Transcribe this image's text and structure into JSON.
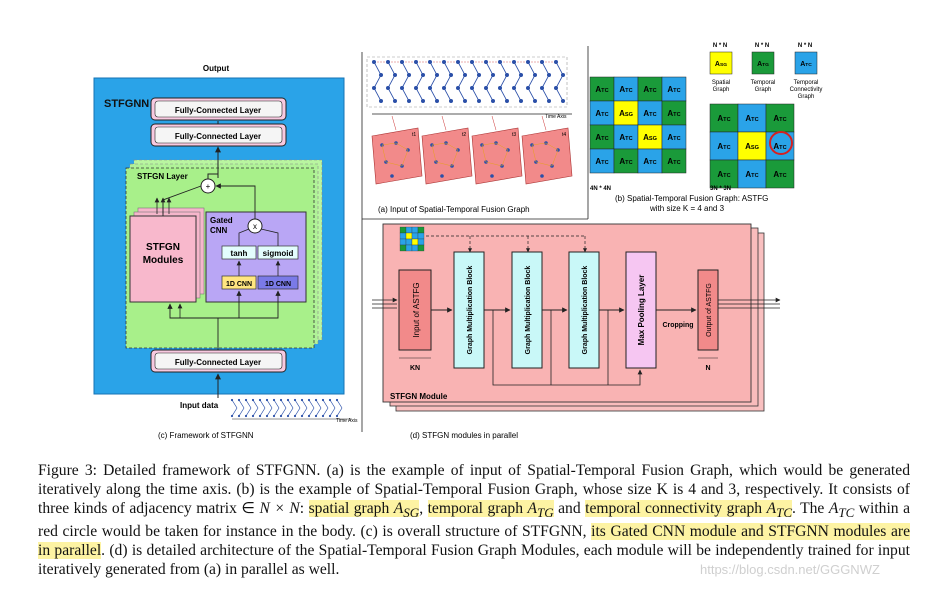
{
  "figure": {
    "panel_c": {
      "output_label": "Output",
      "title": "STFGNN",
      "fc_top1": "Fully-Connected Layer",
      "fc_top2": "Fully-Connected Layer",
      "layer_label": "STFGN Layer",
      "modules_label_1": "STFGN",
      "modules_label_2": "Modules",
      "gated_label_1": "Gated",
      "gated_label_2": "CNN",
      "multiply_symbol": "x",
      "plus_symbol": "+",
      "tanh": "tanh",
      "sigmoid": "sigmoid",
      "cnn_left": "1D CNN",
      "cnn_right": "1D CNN",
      "fc_bottom": "Fully-Connected Layer",
      "input_label": "Input data",
      "time_axis": "Time Axis",
      "caption": "(c) Framework of STFGNN"
    },
    "panel_a": {
      "time_axis": "Time Axis",
      "tiles": [
        "t1",
        "t2",
        "t3",
        "t4"
      ],
      "caption": "(a) Input of Spatial-Temporal Fusion Graph"
    },
    "panel_b": {
      "left_matrix": [
        [
          "ATC",
          "ATC",
          "ATC",
          "ATC"
        ],
        [
          "ATC",
          "ASG",
          "ATC",
          "ATC"
        ],
        [
          "ATC",
          "ATC",
          "ASG",
          "ATC"
        ],
        [
          "ATC",
          "ATC",
          "ATC",
          "ATC"
        ]
      ],
      "left_size": "4N * 4N",
      "right_matrix": [
        [
          "ATC",
          "ATC",
          "ATC"
        ],
        [
          "ATC",
          "ASG",
          "ATC"
        ],
        [
          "ATC",
          "ATC",
          "ATC"
        ]
      ],
      "right_size": "3N * 3N",
      "legend": [
        {
          "size": "N * N",
          "code": "ASG",
          "name": "Spatial\nGraph",
          "color": "#ffff00"
        },
        {
          "size": "N * N",
          "code": "ATG",
          "name": "Temporal\nGraph",
          "color": "#1a9a3a"
        },
        {
          "size": "N * N",
          "code": "ATC",
          "name": "Temporal\nConnectivity\nGraph",
          "color": "#2aa3e8"
        }
      ],
      "caption_line1": "(b) Spatial-Temporal Fusion Graph: ASTFG",
      "caption_line2": "with size K = 4 and 3"
    },
    "panel_d": {
      "input_block": "Input of ASTFG",
      "kn_label": "KN",
      "gm_blocks": [
        "Graph Multiplication Block",
        "Graph Multiplication Block",
        "Graph Multiplication Block"
      ],
      "max_pool": "Max Pooling Layer",
      "cropping": "Cropping",
      "output_block": "Output of ASTFG",
      "n_label": "N",
      "module_label": "STFGN Module",
      "caption": "(d) STFGN modules in parallel"
    }
  },
  "caption": {
    "p1": "Figure 3: Detailed framework of STFGNN. (a) is the example of input of Spatial-Temporal Fusion Graph, which would be generated iteratively along the time axis. (b) is the example of Spatial-Temporal Fusion Graph, whose size K is 4 and 3, respectively. It consists of three kinds of adjacency matrix ∈ ",
    "math_nn": "N × N",
    "p2": ": ",
    "hl1": "spatial graph ",
    "math_sg": "A",
    "sub_sg": "SG",
    "p3": ", ",
    "hl2": "temporal graph ",
    "math_tg": "A",
    "sub_tg": "TG",
    "p4": " and ",
    "hl3": "temporal connectivity graph ",
    "math_tc": "A",
    "sub_tc": "TC",
    "p5": ". The ",
    "math_tc2": "A",
    "sub_tc2": "TC",
    "p6": " within a red circle would be taken for instance in the body. (c) is overall structure of STFGNN, ",
    "hl4": "its Gated CNN module and STFGNN modules are in parallel",
    "p7": ". (d) is detailed architecture of the Spatial-Temporal Fusion Graph Modules, each module will be independently trained for input iteratively generated from (a) in parallel as well."
  },
  "watermark": "https://blog.csdn.net/GGGNWZ",
  "colors": {
    "green_bg": "#a8f08a",
    "pink": "#f8b8cc",
    "purple": "#b9a6f5",
    "salmon": "#f9b3b3",
    "cyan": "#c9f8f8",
    "yellow": "#ffff00",
    "green": "#1a9a3a",
    "blue": "#2aa3e8",
    "red_input": "#f28a8a",
    "magenta": "#f6c6f2"
  }
}
